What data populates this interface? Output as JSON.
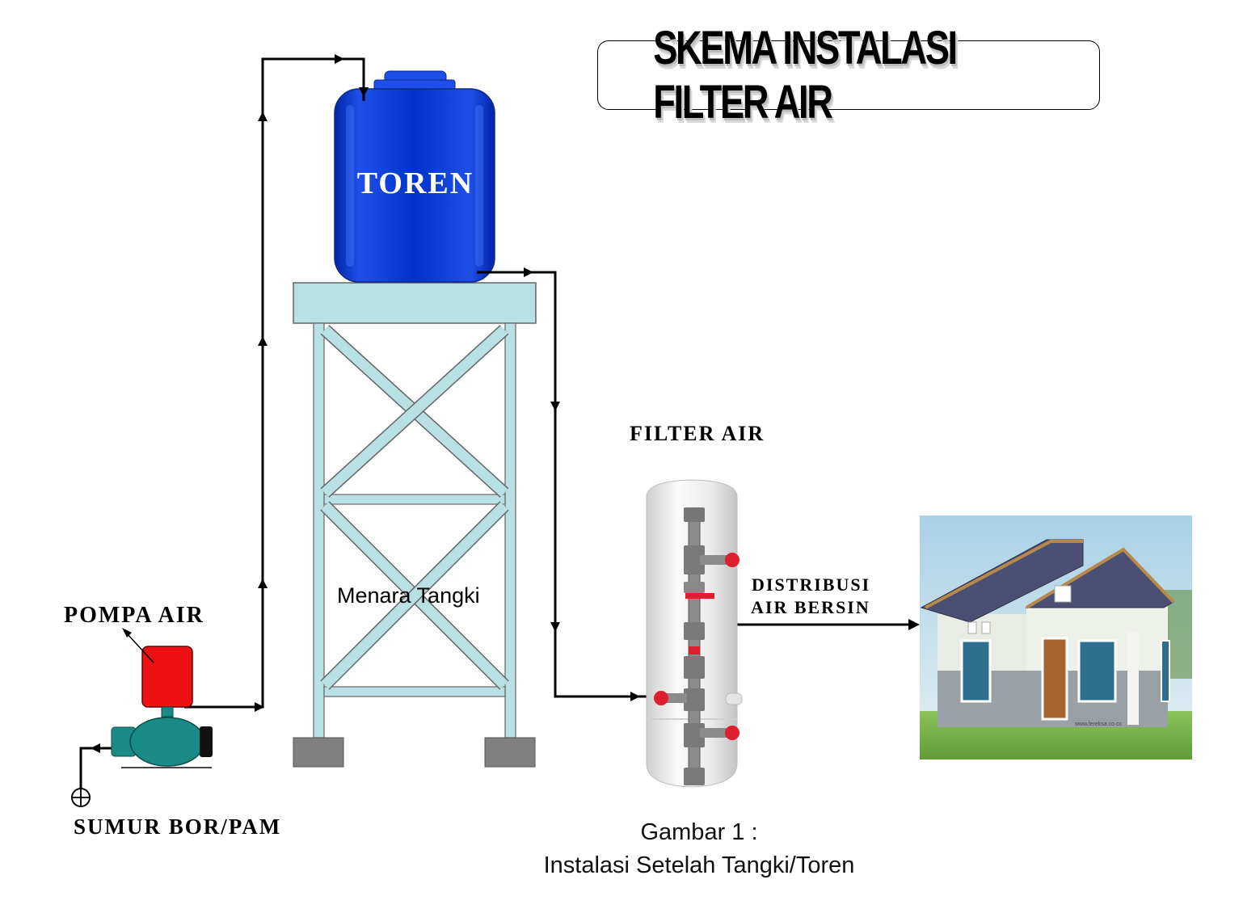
{
  "title": "SKEMA INSTALASI FILTER AIR",
  "labels": {
    "toren": "TOREN",
    "menara": "Menara Tangki",
    "filter": "FILTER AIR",
    "pompa": "POMPA AIR",
    "sumur": "SUMUR BOR/PAM",
    "distribusi_1": "DISTRIBUSI",
    "distribusi_2": "AIR BERSIN",
    "house_watermark": "www.fereksa.co.cc"
  },
  "caption": {
    "line1": "Gambar 1 :",
    "line2": "Instalasi Setelah Tangki/Toren"
  },
  "colors": {
    "tank": "#0033cc",
    "tank_highlight": "#2f63f0",
    "tower": "#b9e0e2",
    "foot": "#808080",
    "pump_motor": "#ee1111",
    "pump_body": "#1a8a86",
    "filter": "#eeeeee",
    "pipe": "#000000",
    "valve": "#dd1e2c",
    "house_wall": "#e9ece4",
    "roof": "#4b4f74",
    "grass": "#7ab648",
    "sky": "#cbe3ef"
  }
}
